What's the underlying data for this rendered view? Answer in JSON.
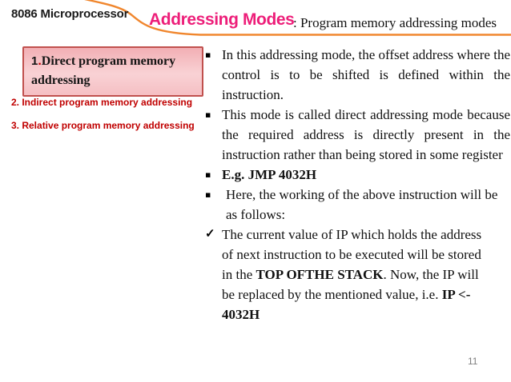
{
  "header": {
    "course_label": "8086 Microprocessor",
    "title": "Addressing Modes",
    "subtitle": ": Program memory addressing modes"
  },
  "colors": {
    "title_pink": "#ED1E79",
    "curve_orange": "#F0862D",
    "list_red": "#C00000",
    "box_border": "#C0504D",
    "box_fill_top": "#F2AFB4",
    "box_fill_bottom": "#F9D2D5",
    "page_num_gray": "#7F7F7F"
  },
  "sidebar": {
    "highlight": {
      "number": "1",
      "separator": ".",
      "label": "Direct program memory addressing"
    },
    "items": [
      {
        "text": "2. Indirect program memory addressing"
      },
      {
        "text": "3. Relative program memory addressing"
      }
    ]
  },
  "content": {
    "bullets": [
      {
        "marker": "▪",
        "text": "In this addressing mode, the offset address where the control is to be shifted is defined within the instruction."
      },
      {
        "marker": "▪",
        "text": "This mode is called direct addressing mode because the required address is directly present in the instruction rather than being stored in some register"
      },
      {
        "marker": "▪",
        "text": "E.g. JMP 4032H"
      },
      {
        "marker": "▪",
        "text": "Here, the working of the above instruction will be as follows:"
      },
      {
        "marker": "✓",
        "parts": [
          {
            "text": "The current value of IP which holds the address of next instruction to be executed will be stored in the "
          },
          {
            "text": "TOP OFTHE STACK"
          },
          {
            "text": ". Now, the IP will be replaced by the mentioned value, i.e. "
          },
          {
            "text": "IP <- 4032H"
          }
        ]
      }
    ]
  },
  "footer": {
    "page_number": "11"
  }
}
